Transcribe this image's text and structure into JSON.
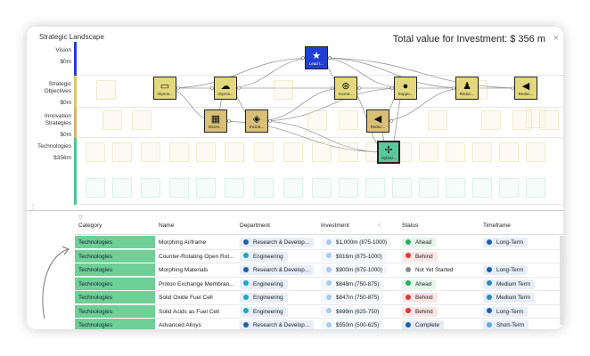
{
  "panel": {
    "title": "Strategic Landscape",
    "total": "Total value for Investment: $ 356 m",
    "close": "×"
  },
  "lanes": [
    {
      "name": "Vision",
      "value": "$0m",
      "color": "#2b3bd6"
    },
    {
      "name": "Strategic Objectives",
      "value": "$0m",
      "color": "#d6c96e"
    },
    {
      "name": "Innovation Strategies",
      "value": "$0m",
      "color": "#d6b56e"
    },
    {
      "name": "Technologies",
      "value": "$356m",
      "color": "#4cc690"
    }
  ],
  "nodes": [
    {
      "id": "vision",
      "label": "Lead t...",
      "icon": "star-icon",
      "glyph": "★",
      "lane": "Vision",
      "fill": "#1f3fd4",
      "labelColor": "#ffffff",
      "glyphColor": "#ffffff"
    },
    {
      "id": "so1",
      "label": "Improv...",
      "icon": "chat-icon",
      "glyph": "▭",
      "lane": "Strategic Objectives",
      "fill": "#e3d97c"
    },
    {
      "id": "so2",
      "label": "Improv...",
      "icon": "cloud-icon",
      "glyph": "☁",
      "lane": "Strategic Objectives",
      "fill": "#e3d97c"
    },
    {
      "id": "so3",
      "label": "Increa...",
      "icon": "spinner-icon",
      "glyph": "⊛",
      "lane": "Strategic Objectives",
      "fill": "#e3d97c"
    },
    {
      "id": "so4",
      "label": "Suppo...",
      "icon": "drop-icon",
      "glyph": "●",
      "lane": "Strategic Objectives",
      "fill": "#e3d97c"
    },
    {
      "id": "so5",
      "label": "Reduc...",
      "icon": "person-icon",
      "glyph": "♟",
      "lane": "Strategic Objectives",
      "fill": "#e3d97c"
    },
    {
      "id": "so6",
      "label": "Reduc...",
      "icon": "megaphone-icon",
      "glyph": "◀",
      "lane": "Strategic Objectives",
      "fill": "#e3d97c"
    },
    {
      "id": "is1",
      "label": "Decre...",
      "icon": "boxes-icon",
      "glyph": "▦",
      "lane": "Innovation Strategies",
      "fill": "#d9bf78"
    },
    {
      "id": "is2",
      "label": "Increa...",
      "icon": "tag-icon",
      "glyph": "◈",
      "lane": "Innovation Strategies",
      "fill": "#d9bf78"
    },
    {
      "id": "is3",
      "label": "Reduc...",
      "icon": "speaker-icon",
      "glyph": "◀",
      "lane": "Innovation Strategies",
      "fill": "#d9bf78"
    },
    {
      "id": "tech1",
      "label": "Hybrid...",
      "icon": "fan-icon",
      "glyph": "✢",
      "lane": "Technologies",
      "fill": "#5ac99a"
    }
  ],
  "table": {
    "columns": [
      "Category",
      "Name",
      "Department",
      "Investment",
      "Status",
      "Timeframe"
    ],
    "rows": [
      {
        "category": "Technologies",
        "name": "Morphing Airframe",
        "department": "Research & Develop...",
        "deptColor": "#1f5fa8",
        "investment": "$1,000m (875-1000)",
        "status": "Ahead",
        "statusColor": "#27ae60",
        "statusBg": "#e4f5ea",
        "timeframe": "Long-Term",
        "timeColor": "#1f5fa8"
      },
      {
        "category": "Technologies",
        "name": "Counter-Rotating Open Rot...",
        "department": "Engineering",
        "deptColor": "#17a8c4",
        "investment": "$916m (875-1000)",
        "status": "Behind",
        "statusColor": "#d63b3b",
        "statusBg": "#fbe6e6",
        "timeframe": "",
        "timeColor": ""
      },
      {
        "category": "Technologies",
        "name": "Morphing Materials",
        "department": "Research & Develop...",
        "deptColor": "#1f5fa8",
        "investment": "$900m (875-1000)",
        "status": "Not Yet Started",
        "statusColor": "#8a8a8a",
        "statusBg": "",
        "timeframe": "Long-Term",
        "timeColor": "#1f5fa8"
      },
      {
        "category": "Technologies",
        "name": "Proton Exchange Membran...",
        "department": "Engineering",
        "deptColor": "#17a8c4",
        "investment": "$848m (750-875)",
        "status": "Ahead",
        "statusColor": "#27ae60",
        "statusBg": "#e4f5ea",
        "timeframe": "Medium Term",
        "timeColor": "#2e86c1"
      },
      {
        "category": "Technologies",
        "name": "Solid Oxide Fuel Cell",
        "department": "Engineering",
        "deptColor": "#17a8c4",
        "investment": "$847m (750-875)",
        "status": "Behind",
        "statusColor": "#d63b3b",
        "statusBg": "#fbe6e6",
        "timeframe": "Medium Term",
        "timeColor": "#2e86c1"
      },
      {
        "category": "Technologies",
        "name": "Solid Acids as Fuel Cell",
        "department": "Engineering",
        "deptColor": "#17a8c4",
        "investment": "$699m (625-750)",
        "status": "Behind",
        "statusColor": "#d63b3b",
        "statusBg": "#fbe6e6",
        "timeframe": "Long-Term",
        "timeColor": "#1f5fa8"
      },
      {
        "category": "Technologies",
        "name": "Advanced Alloys",
        "department": "Research & Develop...",
        "deptColor": "#1f5fa8",
        "investment": "$550m (500-625)",
        "status": "Complete",
        "statusColor": "#1f5fa8",
        "statusBg": "#e4ecf7",
        "timeframe": "Short-Term",
        "timeColor": "#5dade2"
      }
    ]
  },
  "colors": {
    "pillBg": "#e8eef7",
    "investDot": "#a9cbe8",
    "category": "#6fcf97"
  }
}
